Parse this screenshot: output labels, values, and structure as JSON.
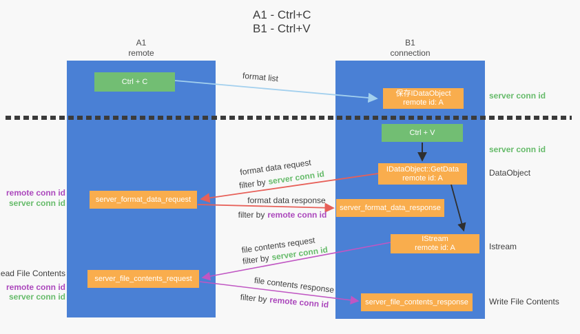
{
  "title": {
    "line1": "A1 - Ctrl+C",
    "line2": "B1 - Ctrl+V"
  },
  "columns": {
    "a1": {
      "name": "A1",
      "subtitle": "remote"
    },
    "b1": {
      "name": "B1",
      "subtitle": "connection"
    }
  },
  "nodes": {
    "ctrl_c": {
      "label": "Ctrl + C"
    },
    "save_idataobject": {
      "line1": "保存IDataObject",
      "line2": "remote id: A"
    },
    "ctrl_v": {
      "label": "Ctrl + V"
    },
    "getdata": {
      "line1": "IDataObject::GetData",
      "line2": "remote id: A"
    },
    "format_request": {
      "label": "server_format_data_request"
    },
    "format_response": {
      "label": "server_format_data_response"
    },
    "istream": {
      "line1": "IStream",
      "line2": "remote id: A"
    },
    "file_request": {
      "label": "server_file_contents_request"
    },
    "file_response": {
      "label": "server_file_contents_response"
    }
  },
  "labels": {
    "format_list": "format list",
    "format_data_request": "format data request",
    "format_data_response": "format data response",
    "file_contents_request": "file contents request",
    "file_contents_response": "file contents response",
    "filter_by": "filter by",
    "server_conn_id": "server conn id",
    "remote_conn_id": "remote conn id",
    "read_file_contents": "Read File Contents",
    "write_file_contents": "Write File Contents",
    "dataobject": "DataObject",
    "istream": "Istream"
  },
  "colors": {
    "column_blue": "#4a80d5",
    "box_green": "#72be73",
    "box_orange": "#f9ad4d",
    "arrow_light_blue": "#a3d0ee",
    "arrow_red": "#e76059",
    "arrow_magenta": "#c056c3",
    "arrow_black": "#2f2f2f",
    "text_green": "#66bb6a",
    "text_purple": "#ab47bc",
    "background": "#f8f8f8"
  }
}
